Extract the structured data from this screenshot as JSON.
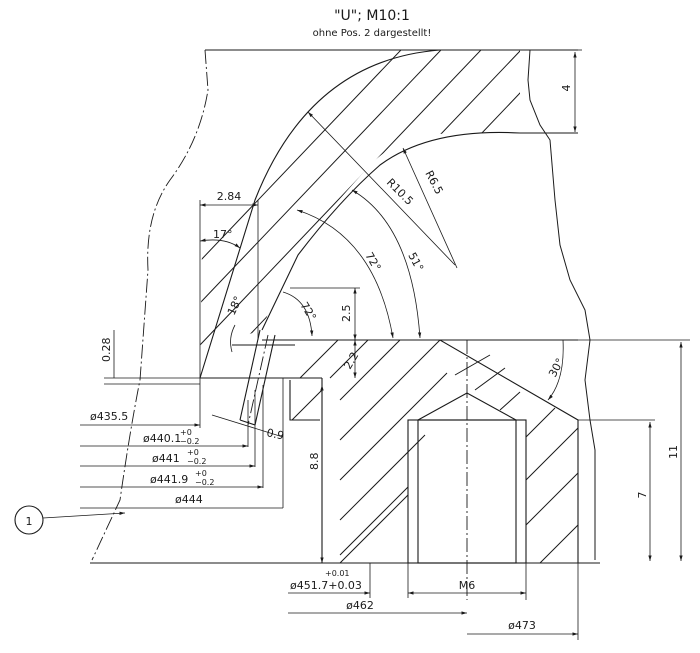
{
  "header": {
    "title": "\"U\"; M10:1",
    "subtitle": "ohne Pos. 2 dargestellt!"
  },
  "position_marker": {
    "label": "1"
  },
  "dimensions": {
    "d_435_5": "ø435.5",
    "d_440_1": {
      "value": "ø440.1",
      "upper": "+0",
      "lower": "−0.2"
    },
    "d_441": {
      "value": "ø441",
      "upper": "+0",
      "lower": "−0.2"
    },
    "d_441_9": {
      "value": "ø441.9",
      "upper": "+0",
      "lower": "−0.2"
    },
    "d_444": "ø444",
    "d_451_7": {
      "value": "ø451.7+0.03",
      "upper": "+0.01"
    },
    "d_462": "ø462",
    "d_473": "ø473",
    "thread": "M6",
    "len_0_28": "0.28",
    "len_0_9": "0.9",
    "len_2_84": "2.84",
    "len_2_5": "2.5",
    "len_2_2": "2.2",
    "len_8_8": "8.8",
    "len_4": "4",
    "len_7": "7",
    "len_11": "11",
    "radius_10_5": "R10.5",
    "radius_6_5": "R6.5",
    "angle_17": "17°",
    "angle_18": "18°",
    "angle_72_inner": "72°",
    "angle_72_outer": "72°",
    "angle_51": "51°",
    "angle_30": "30°"
  },
  "colors": {
    "line": "#1a1a1a",
    "background": "#ffffff"
  }
}
